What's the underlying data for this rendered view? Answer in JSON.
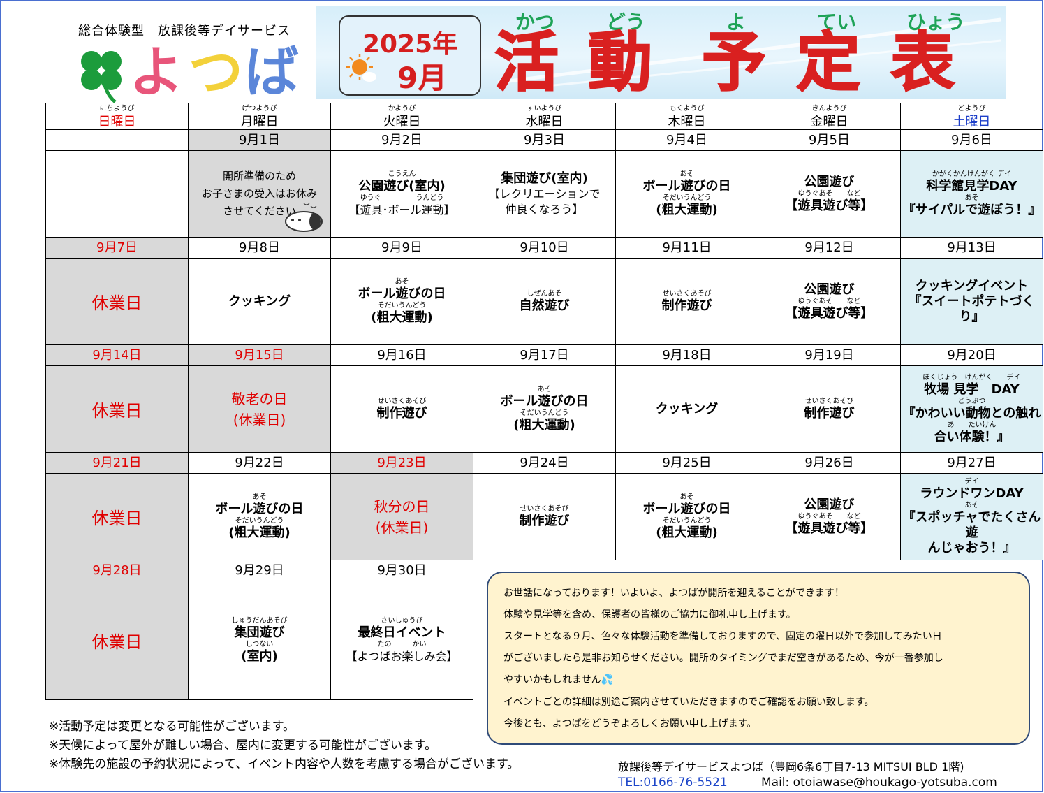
{
  "header": {
    "subtitle": "総合体験型　放課後等デイサービス",
    "logo_text": "よつば",
    "year": "2025年",
    "month": "9月",
    "title": [
      "活",
      "動",
      "予",
      "定",
      "表"
    ],
    "title_ruby": [
      "かつ",
      "どう",
      "よ",
      "てい",
      "ひょう"
    ],
    "colors": {
      "title": "#d92020",
      "ruby": "#1ea357",
      "banner": "#e3f2fb"
    }
  },
  "weekdays": [
    {
      "ruby": "にちようび",
      "label": "日曜日"
    },
    {
      "ruby": "げつようび",
      "label": "月曜日"
    },
    {
      "ruby": "かようび",
      "label": "火曜日"
    },
    {
      "ruby": "すいようび",
      "label": "水曜日"
    },
    {
      "ruby": "もくようび",
      "label": "木曜日"
    },
    {
      "ruby": "きんようび",
      "label": "金曜日"
    },
    {
      "ruby": "どようび",
      "label": "土曜日"
    }
  ],
  "weeks": [
    {
      "dates": [
        "",
        "9月1日",
        "9月2日",
        "9月3日",
        "9月4日",
        "9月5日",
        "9月6日"
      ],
      "cells": [
        {
          "lines": []
        },
        {
          "lines": [
            {
              "t": "開所準備のため"
            },
            {
              "t": "お子さまの受入はお休み"
            },
            {
              "t": "させてください"
            }
          ]
        },
        {
          "lines": [
            {
              "r": "こうえん"
            },
            {
              "t": "公園遊び(室内)",
              "b": 1
            },
            {
              "r": "ゆうぐ　　　　　うんどう"
            },
            {
              "t": "【遊具･ボール運動】"
            }
          ]
        },
        {
          "lines": [
            {
              "t": "集団遊び(室内)",
              "b": 1
            },
            {
              "t": "【レクリエーションで"
            },
            {
              "t": "仲良くなろう】"
            }
          ]
        },
        {
          "lines": [
            {
              "r": "あそ"
            },
            {
              "t": "ボール遊びの日",
              "b": 1
            },
            {
              "r": "そだいうんどう"
            },
            {
              "t": "(粗大運動)",
              "b": 1
            }
          ]
        },
        {
          "lines": [
            {
              "t": "公園遊び",
              "b": 1
            },
            {
              "r": "ゆうぐあそ　　など"
            },
            {
              "t": "【遊具遊び等】",
              "b": 1
            }
          ]
        },
        {
          "lines": [
            {
              "r": "かがくかんけんがく デイ"
            },
            {
              "t": "科学館見学DAY",
              "b": 1
            },
            {
              "r": "あそ"
            },
            {
              "t": "『サイパルで遊ぼう！』",
              "b": 1
            }
          ]
        }
      ]
    },
    {
      "dates": [
        "9月7日",
        "9月8日",
        "9月9日",
        "9月10日",
        "9月11日",
        "9月12日",
        "9月13日"
      ],
      "cells": [
        {
          "holiday": "休業日"
        },
        {
          "lines": [
            {
              "t": "クッキング",
              "b": 1
            }
          ]
        },
        {
          "lines": [
            {
              "r": "あそ"
            },
            {
              "t": "ボール遊びの日",
              "b": 1
            },
            {
              "r": "そだいうんどう"
            },
            {
              "t": "(粗大運動)",
              "b": 1
            }
          ]
        },
        {
          "lines": [
            {
              "r": "しぜんあそ"
            },
            {
              "t": "自然遊び",
              "b": 1
            }
          ]
        },
        {
          "lines": [
            {
              "r": "せいさくあそび"
            },
            {
              "t": "制作遊び",
              "b": 1
            }
          ]
        },
        {
          "lines": [
            {
              "t": "公園遊び",
              "b": 1
            },
            {
              "r": "ゆうぐあそ　　など"
            },
            {
              "t": "【遊具遊び等】",
              "b": 1
            }
          ]
        },
        {
          "lines": [
            {
              "t": "クッキングイベント",
              "b": 1
            },
            {
              "t": "『スイートポテトづくり』",
              "b": 1
            }
          ]
        }
      ]
    },
    {
      "dates": [
        "9月14日",
        "9月15日",
        "9月16日",
        "9月17日",
        "9月18日",
        "9月19日",
        "9月20日"
      ],
      "cells": [
        {
          "holiday": "休業日"
        },
        {
          "holiday2": [
            "敬老の日",
            "(休業日)"
          ]
        },
        {
          "lines": [
            {
              "r": "せいさくあそび"
            },
            {
              "t": "制作遊び",
              "b": 1
            }
          ]
        },
        {
          "lines": [
            {
              "r": "あそ"
            },
            {
              "t": "ボール遊びの日",
              "b": 1
            },
            {
              "r": "そだいうんどう"
            },
            {
              "t": "(粗大運動)",
              "b": 1
            }
          ]
        },
        {
          "lines": [
            {
              "t": "クッキング",
              "b": 1
            }
          ]
        },
        {
          "lines": [
            {
              "r": "せいさくあそび"
            },
            {
              "t": "制作遊び",
              "b": 1
            }
          ]
        },
        {
          "lines": [
            {
              "r": "ぼくじょう　けんがく　　デイ"
            },
            {
              "t": "牧場 見学　DAY",
              "b": 1
            },
            {
              "r": "どうぶつ"
            },
            {
              "t": "『かわいい動物との触れ",
              "b": 1
            },
            {
              "r": "あ　　たいけん"
            },
            {
              "t": "合い体験！』",
              "b": 1
            }
          ]
        }
      ]
    },
    {
      "dates": [
        "9月21日",
        "9月22日",
        "9月23日",
        "9月24日",
        "9月25日",
        "9月26日",
        "9月27日"
      ],
      "cells": [
        {
          "holiday": "休業日"
        },
        {
          "lines": [
            {
              "r": "あそ"
            },
            {
              "t": "ボール遊びの日",
              "b": 1
            },
            {
              "r": "そだいうんどう"
            },
            {
              "t": "(粗大運動)",
              "b": 1
            }
          ]
        },
        {
          "holiday2": [
            "秋分の日",
            "(休業日)"
          ]
        },
        {
          "lines": [
            {
              "r": "せいさくあそび"
            },
            {
              "t": "制作遊び",
              "b": 1
            }
          ]
        },
        {
          "lines": [
            {
              "r": "あそ"
            },
            {
              "t": "ボール遊びの日",
              "b": 1
            },
            {
              "r": "そだいうんどう"
            },
            {
              "t": "(粗大運動)",
              "b": 1
            }
          ]
        },
        {
          "lines": [
            {
              "t": "公園遊び",
              "b": 1
            },
            {
              "r": "ゆうぐあそ　　など"
            },
            {
              "t": "【遊具遊び等】",
              "b": 1
            }
          ]
        },
        {
          "lines": [
            {
              "r": "デイ"
            },
            {
              "t": "ラウンドワンDAY",
              "b": 1
            },
            {
              "r": "あそ"
            },
            {
              "t": "『スポッチャでたくさん遊",
              "b": 1
            },
            {
              "t": "んじゃおう！』",
              "b": 1
            }
          ]
        }
      ]
    },
    {
      "dates": [
        "9月28日",
        "9月29日",
        "9月30日"
      ],
      "cells": [
        {
          "holiday": "休業日"
        },
        {
          "lines": [
            {
              "r": "しゅうだんあそび"
            },
            {
              "t": "集団遊び",
              "b": 1
            },
            {
              "r": "しつない"
            },
            {
              "t": "(室内)",
              "b": 1
            }
          ]
        },
        {
          "lines": [
            {
              "r": "さいしゅうび"
            },
            {
              "t": "最終日イベント",
              "b": 1
            },
            {
              "t": " "
            },
            {
              "r": "たの　　　かい"
            },
            {
              "t": "【よつばお楽しみ会】"
            }
          ]
        }
      ]
    }
  ],
  "notice": [
    "お世話になっております！いよいよ、よつばが開所を迎えることができます！",
    "体験や見学等を含め、保護者の皆様のご協力に御礼申し上げます。",
    "スタートとなる９月、色々な体験活動を準備しておりますので、固定の曜日以外で参加してみたい日",
    "がございましたら是非お知らせください。開所のタイミングでまだ空きがあるため、今が一番参加し",
    "やすいかもしれません💦",
    "イベントごとの詳細は別途ご案内させていただきますのでご確認をお願い致します。",
    "今後とも、よつばをどうぞよろしくお願い申し上げます。"
  ],
  "footnotes": [
    "※活動予定は変更となる可能性がございます。",
    "※天候によって屋外が難しい場合、屋内に変更する可能性がございます。",
    "※体験先の施設の予約状況によって、イベント内容や人数を考慮する場合がございます。"
  ],
  "contact": {
    "address": "放課後等デイサービスよつば（豊岡6条6丁目7-13  MITSUI BLD 1階)",
    "tel": "TEL:0166-76-5521",
    "mail": "Mail: otoiawase@houkago-yotsuba.com"
  }
}
